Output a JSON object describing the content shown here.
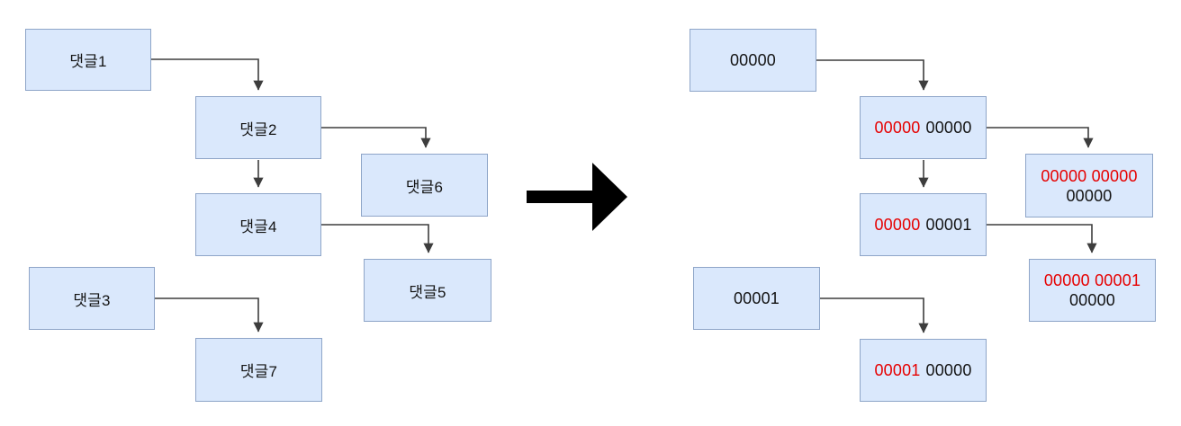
{
  "left": {
    "title_hint": "comment-tree-before",
    "nodes": {
      "comment1": {
        "label": "댓글1"
      },
      "comment2": {
        "label": "댓글2"
      },
      "comment3": {
        "label": "댓글3"
      },
      "comment4": {
        "label": "댓글4"
      },
      "comment5": {
        "label": "댓글5"
      },
      "comment6": {
        "label": "댓글6"
      },
      "comment7": {
        "label": "댓글7"
      }
    }
  },
  "right": {
    "title_hint": "path-code-tree-after",
    "nodes": {
      "root0": {
        "value": "00000"
      },
      "child00": {
        "parent_path": "00000",
        "value": "00000"
      },
      "grand000": {
        "parent_path": "00000 00000",
        "value": "00000"
      },
      "child01": {
        "parent_path": "00000",
        "value": "00001"
      },
      "grand010": {
        "parent_path": "00000 00001",
        "value": "00000"
      },
      "root1": {
        "value": "00001"
      },
      "child10": {
        "parent_path": "00001",
        "value": "00000"
      }
    }
  },
  "colors": {
    "box_fill": "#dae8fc",
    "box_border": "#8ea5c8",
    "highlight_red": "#e60000",
    "text_black": "#141414",
    "connector": "#3d3d3d",
    "transform_arrow": "#000000"
  }
}
